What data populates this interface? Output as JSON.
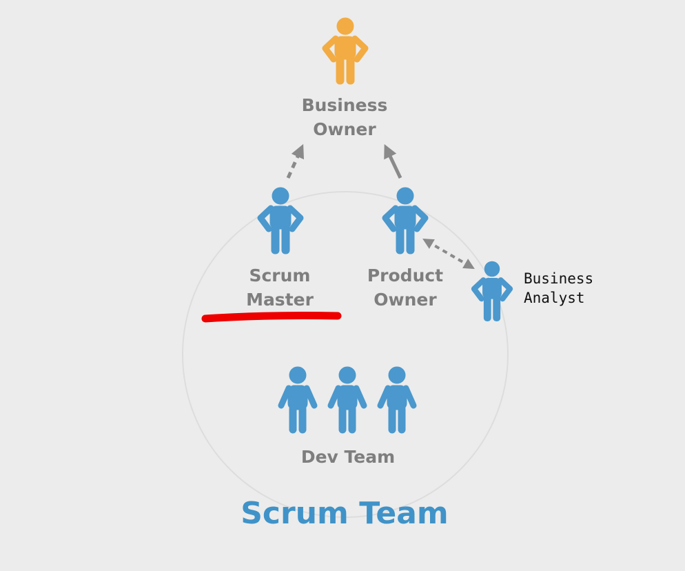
{
  "colors": {
    "background": "#ececec",
    "person_blue": "#4a98cd",
    "person_orange": "#f2ac43",
    "label_gray": "#7e7e7e",
    "team_title_blue": "#3f93c8",
    "arrow_gray": "#8a8a8a",
    "circle_outline": "#dddddd",
    "highlight_red": "#ee0000",
    "annotation_text": "#111111"
  },
  "nodes": {
    "business_owner": {
      "line1": "Business",
      "line2": "Owner",
      "icon": "person-icon"
    },
    "scrum_master": {
      "line1": "Scrum",
      "line2": "Master",
      "icon": "person-icon"
    },
    "product_owner": {
      "line1": "Product",
      "line2": "Owner",
      "icon": "person-icon"
    },
    "business_analyst": {
      "line1": "Business",
      "line2": "Analyst",
      "icon": "person-icon"
    },
    "dev_team": {
      "label": "Dev Team",
      "icon": "people-group-icon"
    }
  },
  "team_title": "Scrum Team",
  "edges": [
    {
      "from": "scrum_master",
      "to": "business_owner",
      "style": "dashed",
      "direction": "to"
    },
    {
      "from": "product_owner",
      "to": "business_owner",
      "style": "solid",
      "direction": "to"
    },
    {
      "from": "product_owner",
      "to": "business_analyst",
      "style": "dashed",
      "direction": "both"
    }
  ],
  "annotations": [
    {
      "type": "underline",
      "target": "scrum_master",
      "color": "red"
    }
  ]
}
